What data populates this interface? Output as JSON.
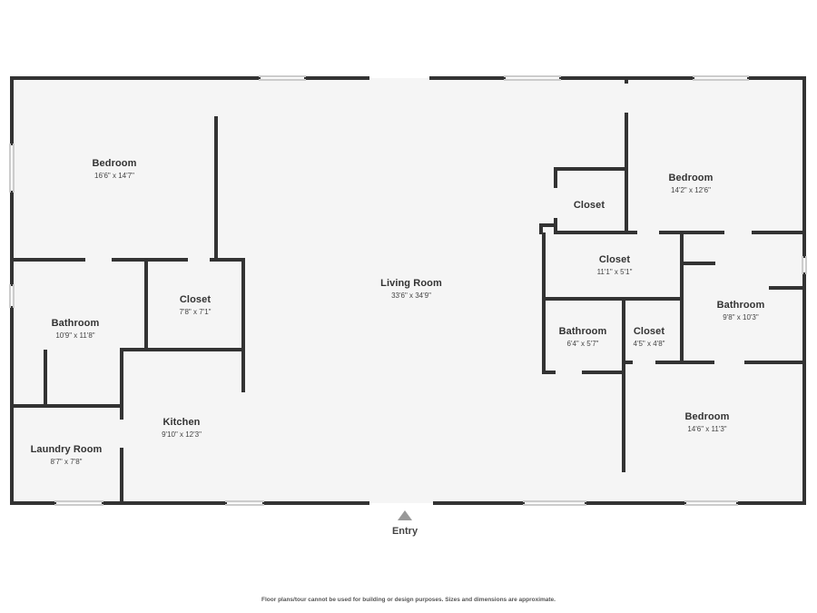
{
  "rooms": [
    {
      "id": "bedroom-1",
      "name": "Bedroom",
      "dims": "16'6\" x 14'7\""
    },
    {
      "id": "bathroom-1",
      "name": "Bathroom",
      "dims": "10'9\" x 11'8\""
    },
    {
      "id": "closet-1",
      "name": "Closet",
      "dims": "7'8\" x 7'1\""
    },
    {
      "id": "laundry-room",
      "name": "Laundry Room",
      "dims": "8'7\" x 7'8\""
    },
    {
      "id": "kitchen",
      "name": "Kitchen",
      "dims": "9'10\" x 12'3\""
    },
    {
      "id": "living-room",
      "name": "Living Room",
      "dims": "33'6\" x 34'9\""
    },
    {
      "id": "closet-2",
      "name": "Closet",
      "dims": ""
    },
    {
      "id": "bedroom-2",
      "name": "Bedroom",
      "dims": "14'2\" x 12'6\""
    },
    {
      "id": "closet-3",
      "name": "Closet",
      "dims": "11'1\" x 5'1\""
    },
    {
      "id": "bathroom-2",
      "name": "Bathroom",
      "dims": "9'8\" x 10'3\""
    },
    {
      "id": "bathroom-3",
      "name": "Bathroom",
      "dims": "6'4\" x 5'7\""
    },
    {
      "id": "closet-4",
      "name": "Closet",
      "dims": "4'5\" x 4'8\""
    },
    {
      "id": "bedroom-3",
      "name": "Bedroom",
      "dims": "14'6\" x 11'3\""
    }
  ],
  "entry_label": "Entry",
  "disclaimer": "Floor plans/tour cannot be used for building or design purposes. Sizes and dimensions are approximate.",
  "colors": {
    "wall": "#333333",
    "floor": "#f5f5f5",
    "window": "#cccccc"
  }
}
